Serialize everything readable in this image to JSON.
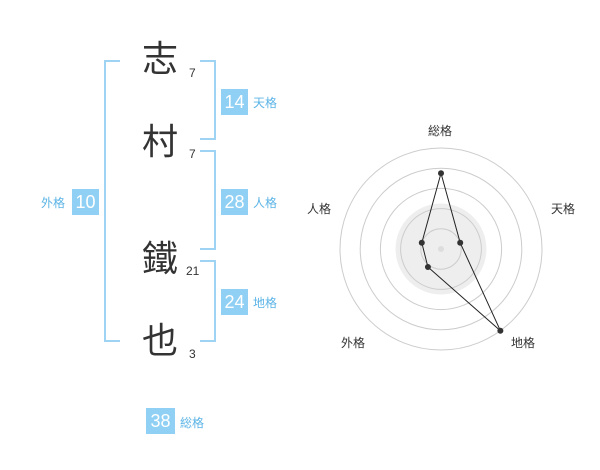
{
  "name": {
    "characters": [
      {
        "char": "志",
        "strokes": "7"
      },
      {
        "char": "村",
        "strokes": "7"
      },
      {
        "char": "鐵",
        "strokes": "21"
      },
      {
        "char": "也",
        "strokes": "3"
      }
    ]
  },
  "fortune": {
    "tenkaku": {
      "value": "14",
      "label": "天格"
    },
    "jinkaku": {
      "value": "28",
      "label": "人格"
    },
    "chikaku": {
      "value": "24",
      "label": "地格"
    },
    "gaikaku": {
      "value": "10",
      "label": "外格"
    },
    "soukaku": {
      "value": "38",
      "label": "総格"
    }
  },
  "radar": {
    "axes": [
      "総格",
      "天格",
      "地格",
      "外格",
      "人格"
    ],
    "values": [
      0.75,
      0.2,
      1.0,
      0.22,
      0.2
    ],
    "colors": {
      "grid": "#cccccc",
      "fill": "#eeeeee",
      "line": "#222222",
      "point": "#333333"
    }
  },
  "colors": {
    "accent": "#8fd0f4",
    "bracket": "#9fd3f3",
    "label": "#5bb4e6"
  }
}
